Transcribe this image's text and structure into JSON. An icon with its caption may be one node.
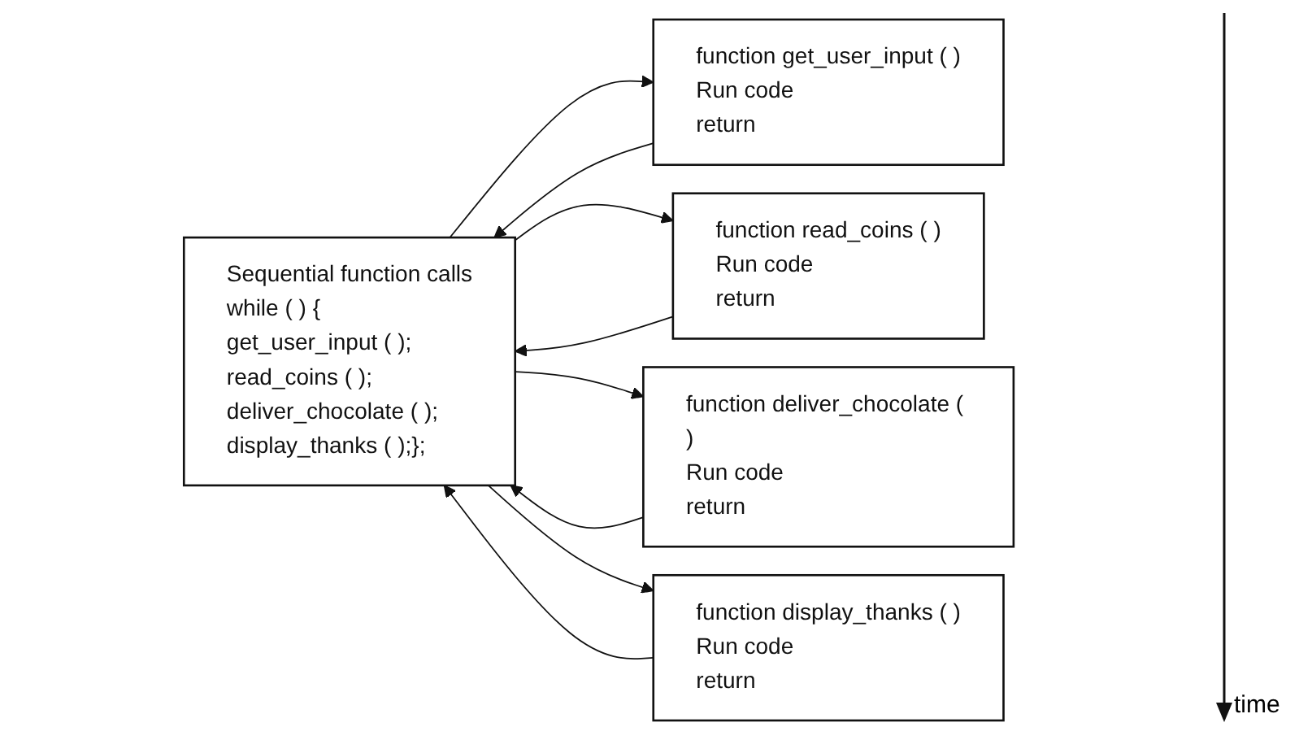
{
  "diagram": {
    "nodes": [
      {
        "text": [
          "Sequential function calls",
          "while ( ) {",
          "get_user_input ( );",
          "read_coins ( );",
          "deliver_chocolate ( );",
          "display_thanks ( );};"
        ]
      },
      {
        "text": [
          "function get_user_input ( )",
          "Run code",
          "return"
        ]
      },
      {
        "text": [
          "function read_coins ( )",
          "Run code",
          "return"
        ]
      },
      {
        "text": [
          "function deliver_chocolate ( )",
          "Run code",
          "return"
        ]
      },
      {
        "text": [
          "function display_thanks ( )",
          "Run code",
          "return"
        ]
      }
    ],
    "edges": [
      {
        "from": 0,
        "to": 1,
        "arrow": "to"
      },
      {
        "from": 1,
        "to": 0,
        "arrow": "to"
      },
      {
        "from": 0,
        "to": 2,
        "arrow": "to"
      },
      {
        "from": 2,
        "to": 0,
        "arrow": "to"
      },
      {
        "from": 0,
        "to": 3,
        "arrow": "to"
      },
      {
        "from": 3,
        "to": 0,
        "arrow": "to"
      },
      {
        "from": 0,
        "to": 4,
        "arrow": "to"
      },
      {
        "from": 4,
        "to": 0,
        "arrow": "to"
      }
    ],
    "labels": [
      "time"
    ]
  }
}
